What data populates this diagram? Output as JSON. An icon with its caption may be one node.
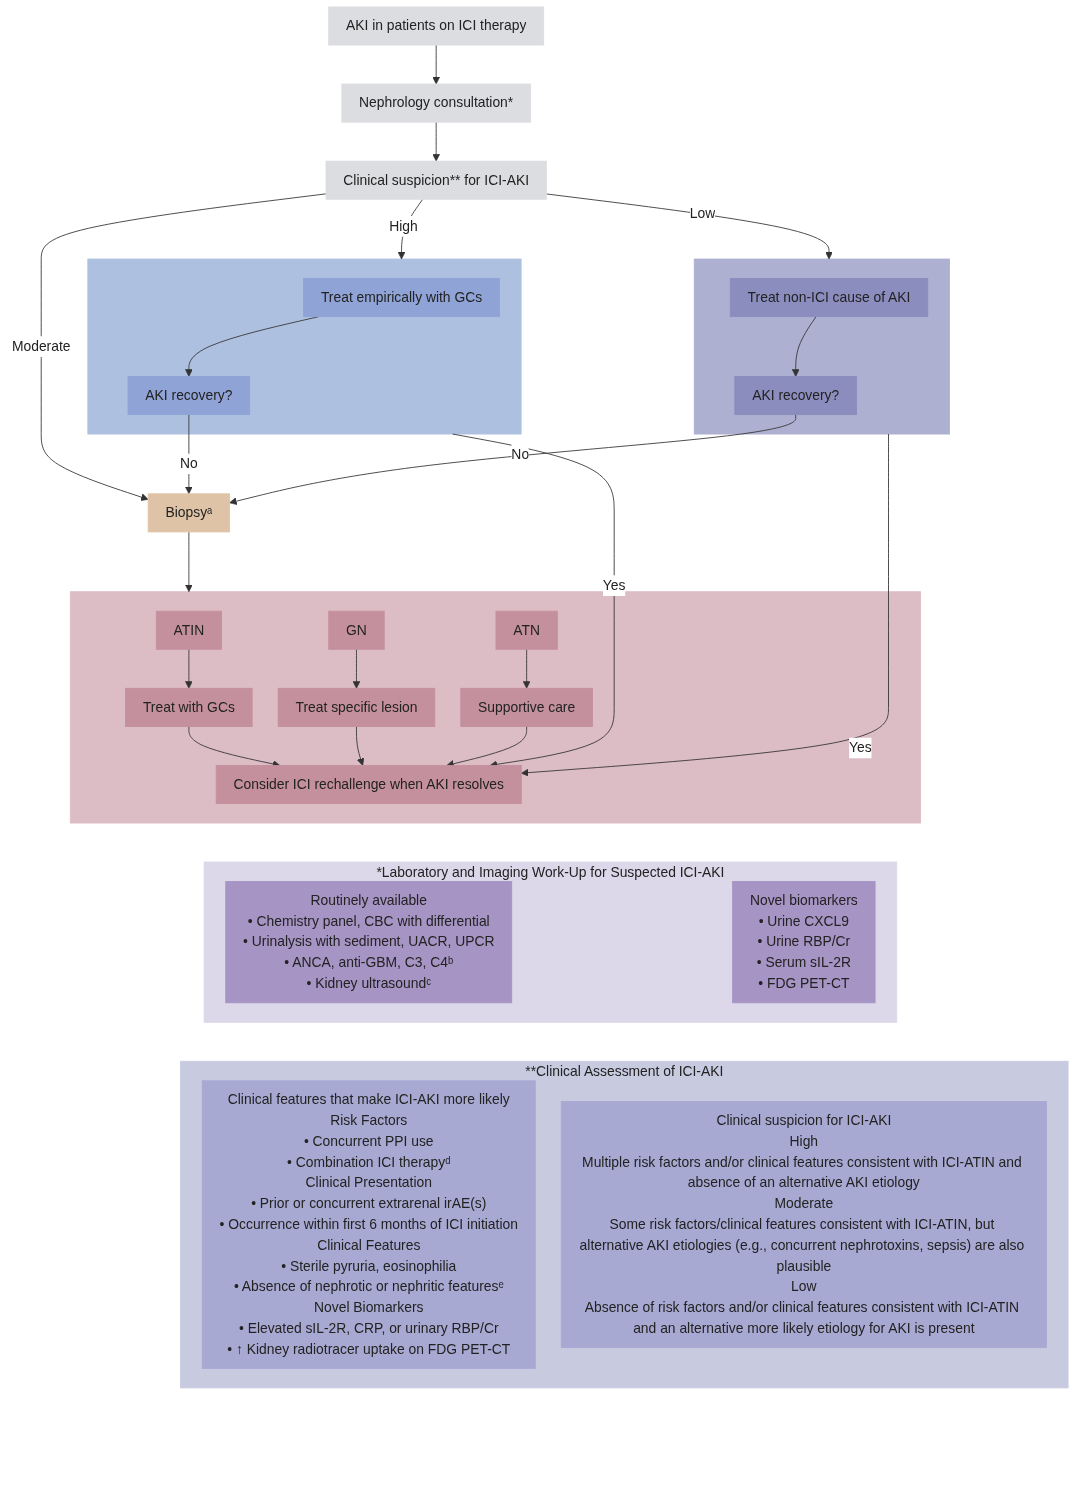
{
  "diagram": {
    "nodes": [
      {
        "text": [
          "AKI in patients on ICI therapy"
        ]
      },
      {
        "text": [
          "Nephrology consultation*"
        ]
      },
      {
        "text": [
          "Clinical suspicion** for ICI-AKI"
        ]
      },
      {
        "text": [],
        "shape": "box"
      },
      {
        "text": [
          "Treat empirically with GCs"
        ],
        "in": 3
      },
      {
        "text": [
          "AKI recovery?"
        ],
        "in": 3
      },
      {
        "text": [
          "Biopsyᵃ"
        ]
      },
      {
        "text": [],
        "shape": "box"
      },
      {
        "text": [
          "Treat non-ICI cause of AKI"
        ],
        "in": 7
      },
      {
        "text": [
          "AKI recovery?"
        ],
        "in": 7
      },
      {
        "text": [],
        "shape": "box"
      },
      {
        "text": [
          "ATIN"
        ],
        "in": 10
      },
      {
        "text": [
          "GN"
        ],
        "in": 10
      },
      {
        "text": [
          "ATN"
        ],
        "in": 10
      },
      {
        "text": [
          "Treat with GCs"
        ],
        "in": 10
      },
      {
        "text": [
          "Treat specific lesion"
        ],
        "in": 10
      },
      {
        "text": [
          "Supportive care"
        ],
        "in": 10
      },
      {
        "text": [
          "Consider ICI rechallenge when AKI resolves"
        ],
        "in": 10
      },
      {
        "text": [
          "*Laboratory and Imaging Work-Up for Suspected ICI-AKI"
        ]
      },
      {
        "text": [
          "Routinely available",
          "• Chemistry panel, CBC with differential",
          "• Urinalysis with sediment, UACR, UPCR",
          "• ANCA, anti-GBM, C3, C4ᵇ",
          "• Kidney ultrasoundᶜ"
        ],
        "in": 18
      },
      {
        "text": [
          "Novel biomarkers",
          "• Urine CXCL9",
          "• Urine RBP/Cr",
          "• Serum sIL-2R",
          "• FDG PET-CT"
        ],
        "in": 18
      },
      {
        "text": [
          "**Clinical Assessment of ICI-AKI"
        ]
      },
      {
        "text": [
          "Clinical features that make ICI-AKI more likely",
          "Risk Factors",
          "• Concurrent PPI use",
          "• Combination ICI therapyᵈ",
          "Clinical Presentation",
          "• Prior or concurrent extrarenal irAE(s)",
          "• Occurrence within first 6 months of ICI initiation",
          "Clinical Features",
          "• Sterile pyruria, eosinophilia",
          "• Absence of nephrotic or nephritic featuresᵉ",
          "Novel Biomarkers",
          "• Elevated sIL-2R, CRP, or urinary RBP/Cr",
          "• ↑ Kidney radiotracer uptake on FDG PET-CT"
        ],
        "in": 21
      },
      {
        "text": [
          "Clinical suspicion for ICI-AKI",
          "High",
          "Multiple risk factors and/or clinical features consistent with ICI-ATIN and absence of an alternative AKI etiology",
          "Moderate",
          "Some risk factors/clinical features consistent with ICI-ATIN, but alternative AKI etiologies (e.g., concurrent nephrotoxins, sepsis) are also plausible",
          "Low",
          "Absence of risk factors and/or clinical features consistent with ICI-ATIN and an alternative more likely etiology for AKI is present"
        ],
        "in": 21
      }
    ],
    "edges": [
      {
        "from": 0,
        "to": 1,
        "arrow": "to"
      },
      {
        "from": 1,
        "to": 2,
        "arrow": "to"
      },
      {
        "from": 2,
        "to": 3,
        "arrow": "to",
        "label": "High"
      },
      {
        "from": 2,
        "to": 6,
        "arrow": "to",
        "label": "Moderate"
      },
      {
        "from": 2,
        "to": 7,
        "arrow": "to",
        "label": "Low"
      },
      {
        "from": 4,
        "to": 5,
        "arrow": "to"
      },
      {
        "from": 8,
        "to": 9,
        "arrow": "to"
      },
      {
        "from": 5,
        "to": 6,
        "arrow": "to",
        "label": "No"
      },
      {
        "from": 9,
        "to": 6,
        "arrow": "to",
        "label": "No"
      },
      {
        "from": 6,
        "to": 10,
        "arrow": "to"
      },
      {
        "from": 11,
        "to": 14,
        "arrow": "to"
      },
      {
        "from": 12,
        "to": 15,
        "arrow": "to"
      },
      {
        "from": 13,
        "to": 16,
        "arrow": "to"
      },
      {
        "from": 14,
        "to": 17,
        "arrow": "to"
      },
      {
        "from": 15,
        "to": 17,
        "arrow": "to"
      },
      {
        "from": 16,
        "to": 17,
        "arrow": "to"
      },
      {
        "from": 3,
        "to": 17,
        "arrow": "to",
        "label": "Yes"
      },
      {
        "from": 7,
        "to": 17,
        "arrow": "to",
        "label": "Yes"
      }
    ]
  }
}
